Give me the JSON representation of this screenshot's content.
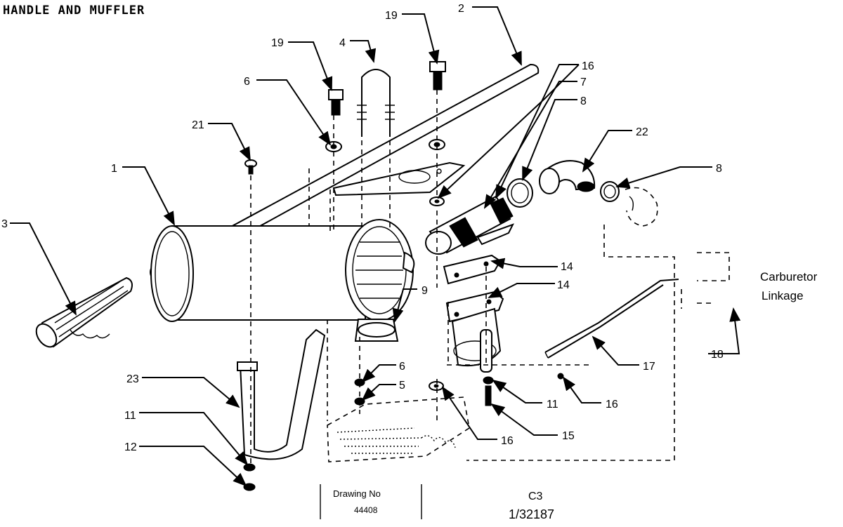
{
  "title": "HANDLE AND MUFFLER",
  "side_label_line1": "Carburetor",
  "side_label_line2": "Linkage",
  "drawing_box_line1": "Drawing No",
  "drawing_box_line2": "44408",
  "stamp_line1": "C3",
  "stamp_line2": "1/32187",
  "callouts": [
    "19",
    "2",
    "19",
    "4",
    "16",
    "6",
    "7",
    "8",
    "21",
    "22",
    "1",
    "8",
    "3",
    "14",
    "9",
    "14",
    "6",
    "5",
    "11",
    "16",
    "23",
    "11",
    "17",
    "18",
    "16",
    "15",
    "12"
  ],
  "colors": {
    "ink": "#000000",
    "paper": "#ffffff"
  }
}
